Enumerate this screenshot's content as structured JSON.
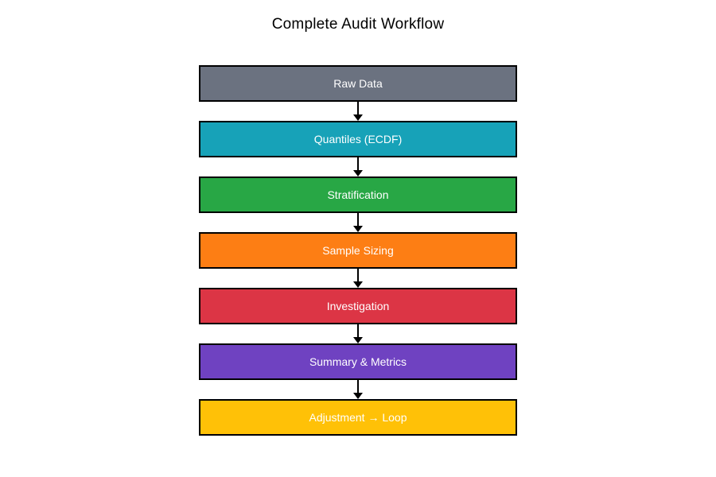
{
  "title": "Complete Audit Workflow",
  "diagram": {
    "type": "flowchart",
    "direction": "top-down",
    "border_color": "#000000",
    "connector_color": "#000000",
    "label_color": "#ffffff",
    "steps": [
      {
        "id": "raw-data",
        "label": "Raw Data",
        "color": "#6b7280"
      },
      {
        "id": "quantiles-ecdf",
        "label": "Quantiles (ECDF)",
        "color": "#17a2b8"
      },
      {
        "id": "stratification",
        "label": "Stratification",
        "color": "#28a745"
      },
      {
        "id": "sample-sizing",
        "label": "Sample Sizing",
        "color": "#fd7e14"
      },
      {
        "id": "investigation",
        "label": "Investigation",
        "color": "#dc3545"
      },
      {
        "id": "summary-metrics",
        "label": "Summary & Metrics",
        "color": "#6f42c1"
      },
      {
        "id": "adjustment-loop",
        "label": "Adjustment → Loop",
        "color": "#ffc107"
      }
    ]
  }
}
